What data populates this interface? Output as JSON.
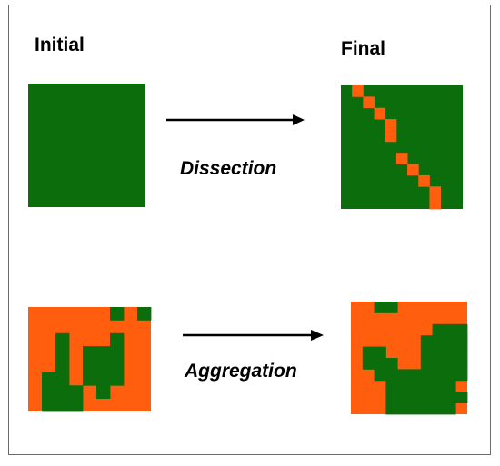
{
  "headings": {
    "initial": "Initial",
    "final": "Final"
  },
  "processes": [
    {
      "label": "Dissection"
    },
    {
      "label": "Aggregation"
    }
  ],
  "colors": {
    "green": "#0b6d0b",
    "orange": "#ff5e0e",
    "arrow": "#000000",
    "border": "#6b6b6b"
  },
  "grids": {
    "dissection_initial": {
      "cols": 1,
      "rows": 1,
      "background": "green",
      "cells": []
    },
    "dissection_final": {
      "cols": 11,
      "rows": 11,
      "background": "green",
      "cells": [
        [
          1,
          0
        ],
        [
          2,
          1
        ],
        [
          3,
          2
        ],
        [
          4,
          3
        ],
        [
          4,
          4
        ],
        [
          5,
          6
        ],
        [
          6,
          7
        ],
        [
          7,
          8
        ],
        [
          8,
          9
        ],
        [
          8,
          10
        ]
      ]
    },
    "aggregation_initial": {
      "cols": 9,
      "rows": 8,
      "background": "orange",
      "cells": [
        [
          6,
          0
        ],
        [
          8,
          0
        ],
        [
          2,
          2
        ],
        [
          6,
          2
        ],
        [
          2,
          3
        ],
        [
          4,
          3
        ],
        [
          5,
          3
        ],
        [
          6,
          3
        ],
        [
          2,
          4
        ],
        [
          4,
          4
        ],
        [
          5,
          4
        ],
        [
          6,
          4
        ],
        [
          1,
          5
        ],
        [
          2,
          5
        ],
        [
          4,
          5
        ],
        [
          5,
          5
        ],
        [
          6,
          5
        ],
        [
          1,
          6
        ],
        [
          2,
          6
        ],
        [
          3,
          6
        ],
        [
          5,
          6
        ],
        [
          1,
          7
        ],
        [
          2,
          7
        ],
        [
          3,
          7
        ]
      ]
    },
    "aggregation_final": {
      "cols": 10,
      "rows": 10,
      "background": "orange",
      "cells": [
        [
          2,
          0
        ],
        [
          3,
          0
        ],
        [
          7,
          2
        ],
        [
          8,
          2
        ],
        [
          9,
          2
        ],
        [
          6,
          3
        ],
        [
          7,
          3
        ],
        [
          8,
          3
        ],
        [
          9,
          3
        ],
        [
          1,
          4
        ],
        [
          2,
          4
        ],
        [
          6,
          4
        ],
        [
          7,
          4
        ],
        [
          8,
          4
        ],
        [
          9,
          4
        ],
        [
          1,
          5
        ],
        [
          2,
          5
        ],
        [
          3,
          5
        ],
        [
          6,
          5
        ],
        [
          7,
          5
        ],
        [
          8,
          5
        ],
        [
          9,
          5
        ],
        [
          2,
          6
        ],
        [
          3,
          6
        ],
        [
          4,
          6
        ],
        [
          5,
          6
        ],
        [
          6,
          6
        ],
        [
          7,
          6
        ],
        [
          8,
          6
        ],
        [
          9,
          6
        ],
        [
          3,
          7
        ],
        [
          4,
          7
        ],
        [
          5,
          7
        ],
        [
          6,
          7
        ],
        [
          7,
          7
        ],
        [
          8,
          7
        ],
        [
          3,
          8
        ],
        [
          4,
          8
        ],
        [
          5,
          8
        ],
        [
          6,
          8
        ],
        [
          7,
          8
        ],
        [
          8,
          8
        ],
        [
          9,
          8
        ],
        [
          3,
          9
        ],
        [
          4,
          9
        ],
        [
          5,
          9
        ],
        [
          6,
          9
        ],
        [
          7,
          9
        ],
        [
          8,
          9
        ]
      ]
    }
  }
}
